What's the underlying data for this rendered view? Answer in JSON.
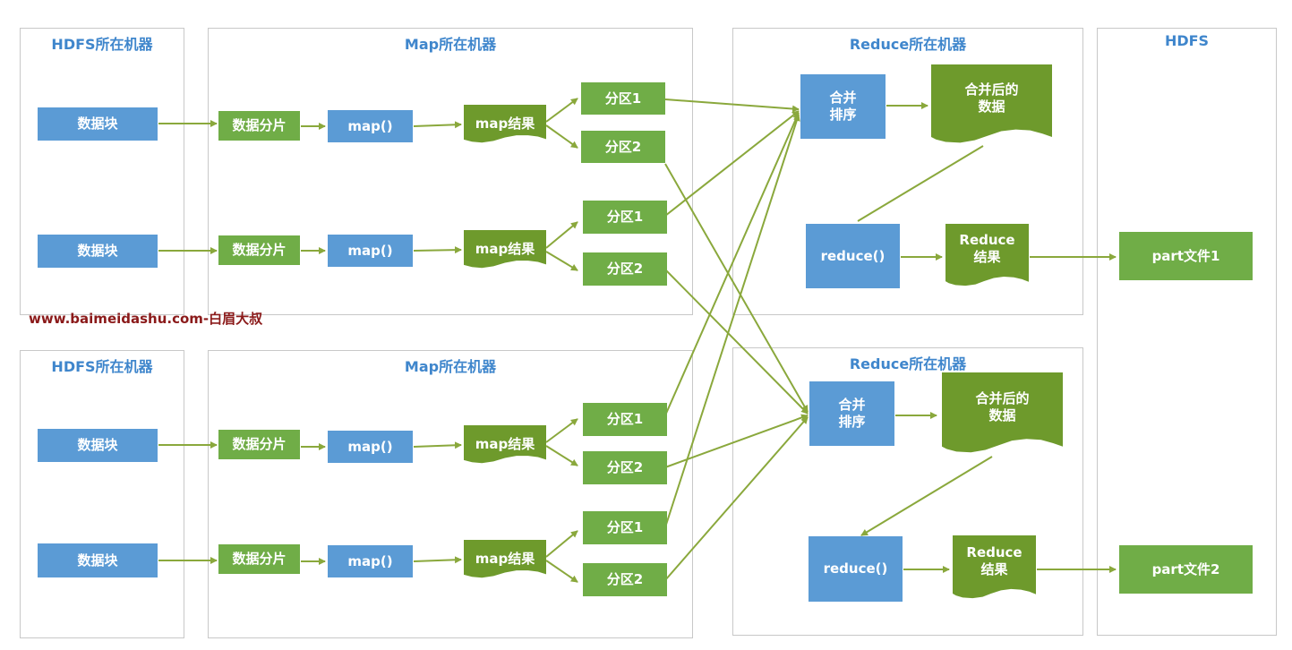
{
  "panels": {
    "hdfs_machine": "HDFS所在机器",
    "map_machine": "Map所在机器",
    "reduce_machine": "Reduce所在机器",
    "hdfs": "HDFS"
  },
  "labels": {
    "data_block": "数据块",
    "split": "数据分片",
    "map_func": "map()",
    "map_result": "map结果",
    "partition_1": "分区1",
    "partition_2": "分区2",
    "merge_sort_1": "合并",
    "merge_sort_2": "排序",
    "merged_data_1": "合并后的",
    "merged_data_2": "数据",
    "reduce_func": "reduce()",
    "reduce_result_1": "Reduce",
    "reduce_result_2": "结果",
    "part_file_1": "part文件1",
    "part_file_2": "part文件2"
  },
  "watermark": "www.baimeidashu.com-白眉大叔",
  "colors": {
    "panel_title": "#3f86cc",
    "blue_box": "#5b9bd5",
    "green_box": "#70ad47",
    "doc_shape": "#6e9a2c",
    "arrow": "#8aa83c",
    "watermark": "#8b1a1a"
  }
}
